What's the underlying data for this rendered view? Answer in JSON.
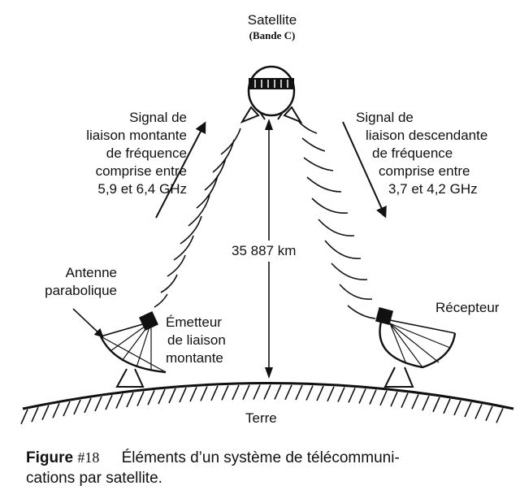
{
  "satellite": {
    "label": "Satellite",
    "band": "(Bande C)"
  },
  "uplink": {
    "lines": [
      "Signal de",
      "liaison montante",
      "de fréquence",
      "comprise entre",
      "5,9 et 6,4 GHz"
    ]
  },
  "downlink": {
    "lines": [
      "Signal de",
      "liaison descendante",
      "de fréquence",
      "comprise entre",
      "3,7 et 4,2 GHz"
    ]
  },
  "distance": "35 887 km",
  "antenna": {
    "lines": [
      "Antenne",
      "parabolique"
    ]
  },
  "transmitter": {
    "lines": [
      "Émetteur",
      "de liaison",
      "montante"
    ]
  },
  "receiver": "Récepteur",
  "earth": "Terre",
  "caption": {
    "figure_word": "Figure",
    "figure_number": "#18",
    "text_line1": "Éléments d’un système de télécommuni-",
    "text_line2": "cations par satellite."
  }
}
